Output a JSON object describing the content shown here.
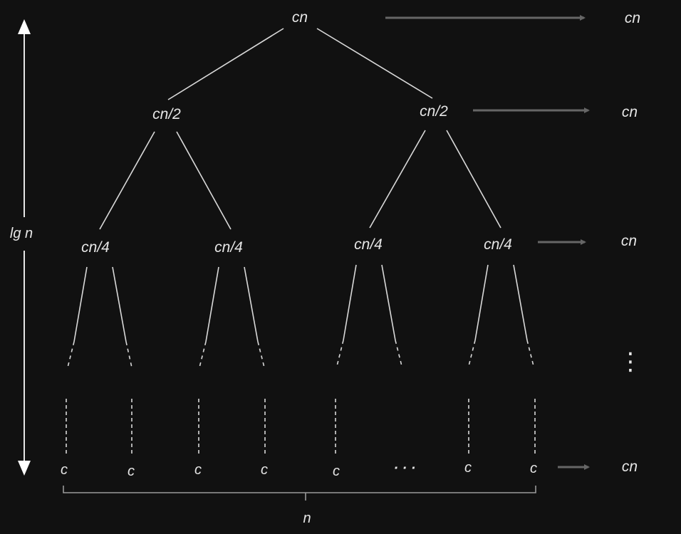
{
  "tree": {
    "root": "cn",
    "level1": [
      "cn/2",
      "cn/2"
    ],
    "level2": [
      "cn/4",
      "cn/4",
      "cn/4",
      "cn/4"
    ],
    "leaves": [
      "c",
      "c",
      "c",
      "c",
      "c",
      "c",
      "c"
    ],
    "leaf_ellipsis": "· · ·"
  },
  "level_costs": [
    "cn",
    "cn",
    "cn",
    "cn"
  ],
  "level_cost_ellipsis": "⋮",
  "height_label": "lg n",
  "leaf_count_label": "n",
  "colors": {
    "background": "#111111",
    "text": "#e6e6e6",
    "edges": "#d9d9d9",
    "cost_arrows": "#666666"
  }
}
